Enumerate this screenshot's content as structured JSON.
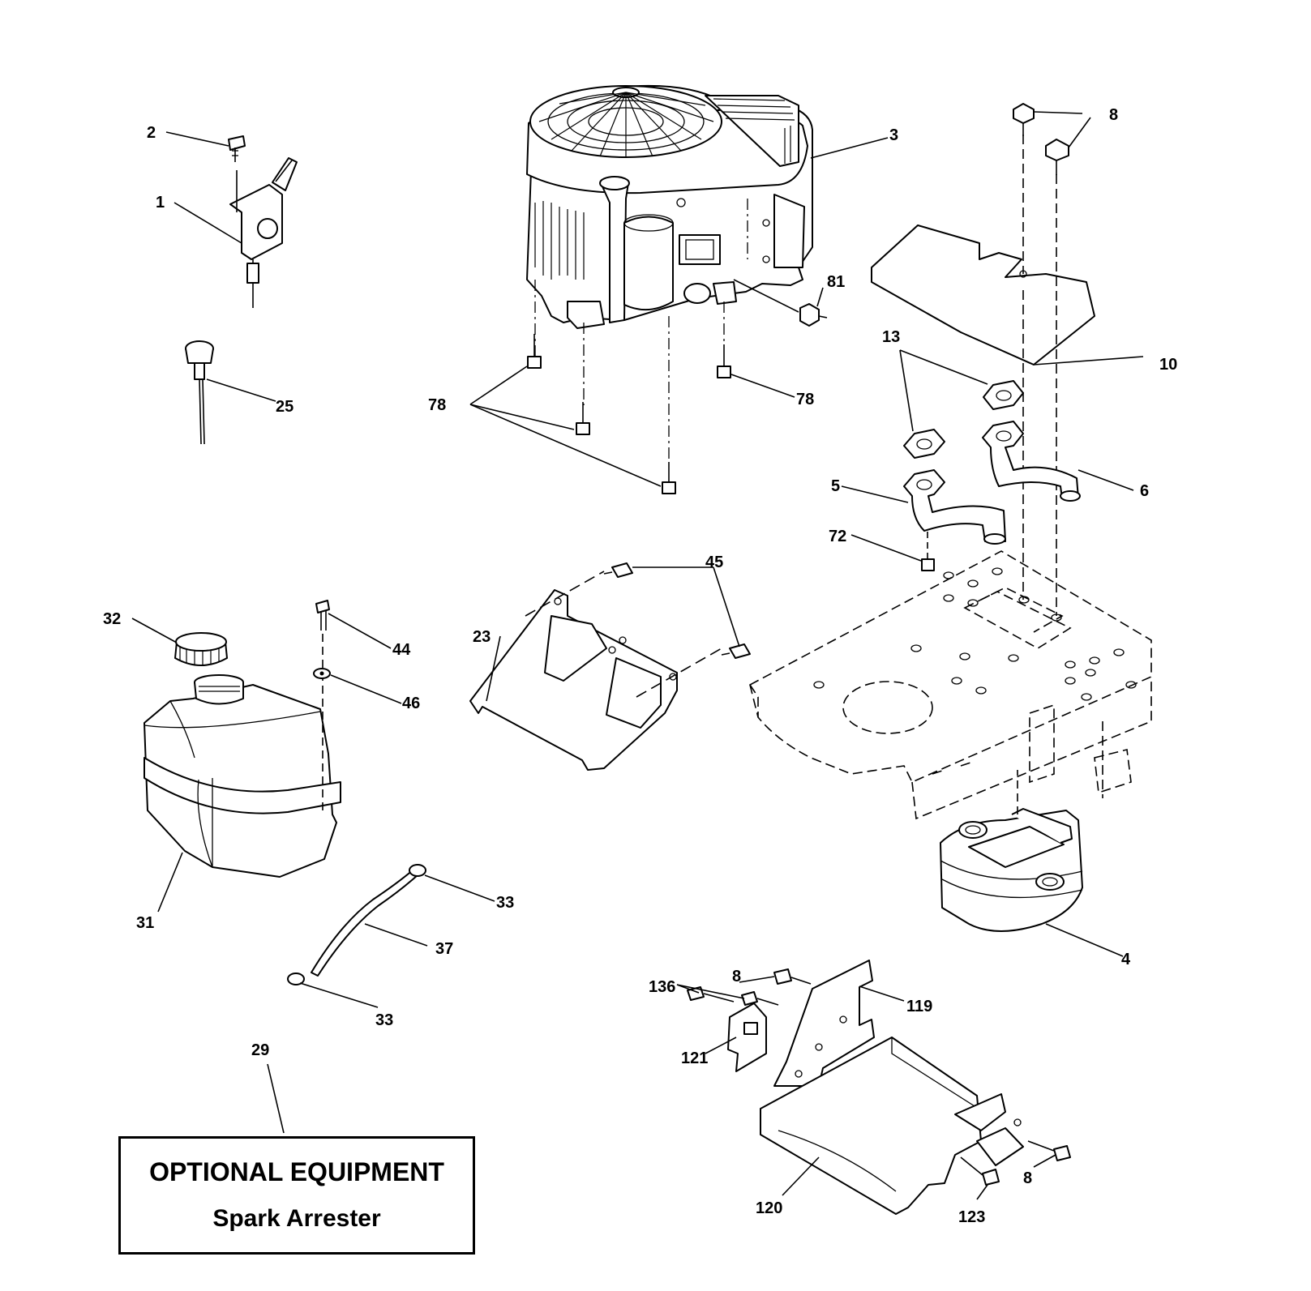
{
  "callouts": {
    "c1": "1",
    "c2": "2",
    "c3": "3",
    "c4": "4",
    "c5": "5",
    "c6": "6",
    "c8a": "8",
    "c8b": "8",
    "c8c": "8",
    "c10": "10",
    "c13": "13",
    "c23": "23",
    "c25": "25",
    "c29": "29",
    "c31": "31",
    "c32": "32",
    "c33a": "33",
    "c33b": "33",
    "c37": "37",
    "c44": "44",
    "c45": "45",
    "c46": "46",
    "c72": "72",
    "c78a": "78",
    "c78b": "78",
    "c81": "81",
    "c119": "119",
    "c120": "120",
    "c121": "121",
    "c123": "123",
    "c136": "136"
  },
  "optional_box": {
    "title": "OPTIONAL EQUIPMENT",
    "subtitle": "Spark Arrester"
  }
}
